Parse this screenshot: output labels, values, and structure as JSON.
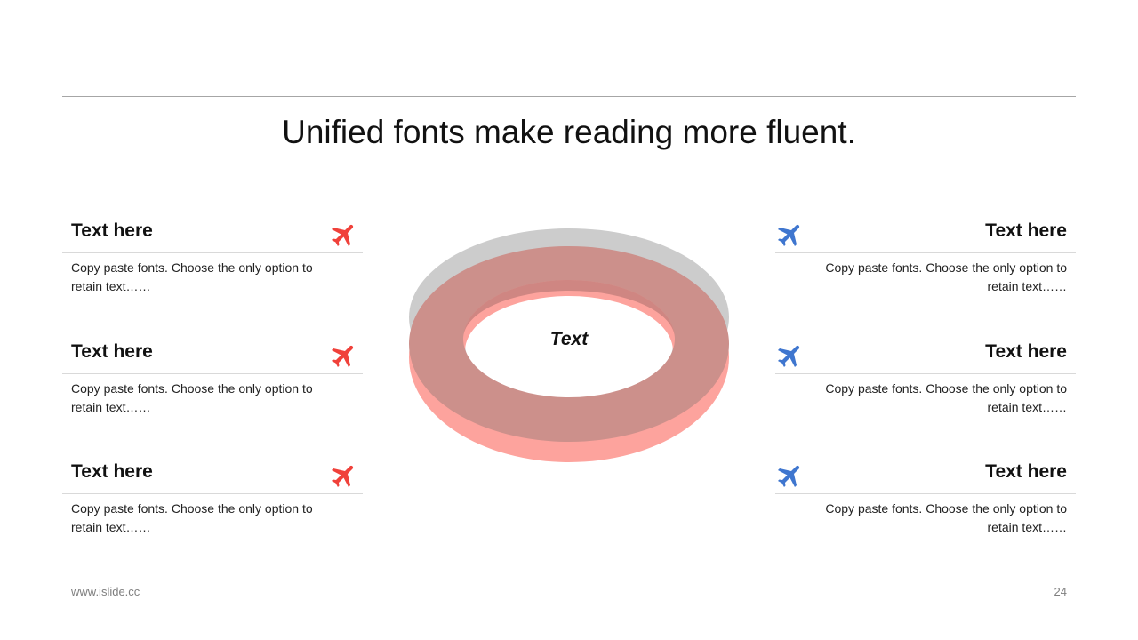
{
  "slide": {
    "title": "Unified fonts make reading more fluent.",
    "center_label": "Text",
    "footer_url": "www.islide.cc",
    "page_number": "24"
  },
  "colors": {
    "left_icon": "#f0413a",
    "right_icon": "#3f76cf",
    "ring_top": "#cc908b",
    "ring_side": "#fda39d",
    "ring_shadow": "#cccccc"
  },
  "icons": {
    "left": "airplane-icon",
    "right": "airplane-icon"
  },
  "left_items": [
    {
      "heading": "Text here",
      "body": "Copy paste fonts. Choose the only option to retain text……"
    },
    {
      "heading": "Text here",
      "body": "Copy paste fonts. Choose the only option to retain text……"
    },
    {
      "heading": "Text here",
      "body": "Copy paste fonts. Choose the only option to retain text……"
    }
  ],
  "right_items": [
    {
      "heading": "Text here",
      "body": "Copy paste fonts. Choose the only option to retain text……"
    },
    {
      "heading": "Text here",
      "body": "Copy paste fonts. Choose the only option to retain text……"
    },
    {
      "heading": "Text here",
      "body": "Copy paste fonts. Choose the only option to retain text……"
    }
  ]
}
